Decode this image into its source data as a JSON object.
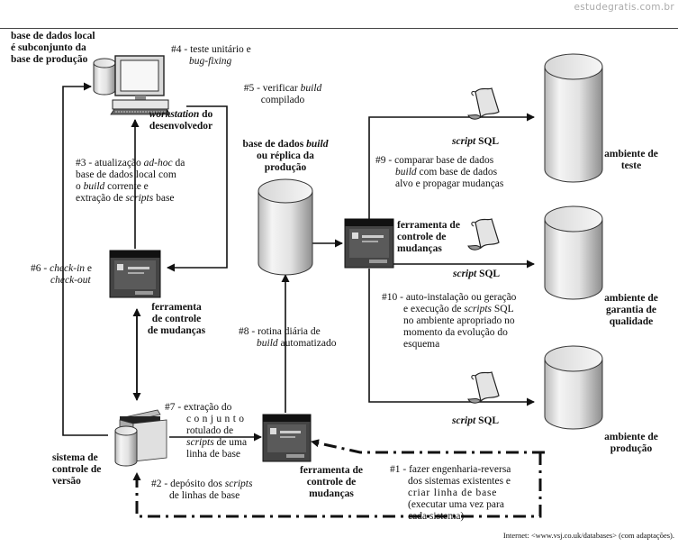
{
  "watermark": "estudegratis.com.br",
  "credit": "Internet: <www.vsj.co.uk/databases> (com adaptações).",
  "nodes": {
    "local_db": [
      "base de dados local",
      "é subconjunto da",
      "base de produção"
    ],
    "workstation": [
      "workstation",
      "do",
      "desenvolvedor"
    ],
    "build_db": [
      "base de dados",
      "build",
      "ou réplica da",
      "produção"
    ],
    "tool_left": [
      "ferramenta",
      "de controle",
      "de mudanças"
    ],
    "tool_center": [
      "ferramenta de",
      "controle de",
      "mudanças"
    ],
    "tool_bottom": [
      "ferramenta de",
      "controle de",
      "mudanças"
    ],
    "vcs": [
      "sistema de",
      "controle de",
      "versão"
    ],
    "env_test": [
      "ambiente de",
      "teste"
    ],
    "env_qa": [
      "ambiente de",
      "garantia de",
      "qualidade"
    ],
    "env_prod": [
      "ambiente de",
      "produção"
    ]
  },
  "scripts": {
    "script_word": "script",
    "sql_word": "SQL"
  },
  "steps": {
    "s1": [
      "#1 - fazer engenharia-reversa",
      "dos sistemas existentes e",
      "criar linha de base",
      "(executar uma vez para",
      "cada sistema)"
    ],
    "s2": [
      "#2 - depósito dos",
      "scripts",
      "de linhas de base"
    ],
    "s3": [
      "#3 - atualização",
      "ad-hoc",
      "da",
      "base de dados local com",
      "o",
      "build",
      "corrente e",
      "extração de",
      "scripts",
      "base"
    ],
    "s4": [
      "#4 - teste unitário e",
      "bug-fixing"
    ],
    "s5": [
      "#5 - verificar",
      "build",
      "compilado"
    ],
    "s6": [
      "#6 -",
      "check-in",
      "e",
      "check-out"
    ],
    "s7": [
      "#7 - extração do",
      "conjunto",
      "rotulado de",
      "scripts",
      "de uma",
      "linha de base"
    ],
    "s8": [
      "#8 - rotina diária de",
      "build",
      "automatizado"
    ],
    "s9": [
      "#9 - comparar base de dados",
      "build",
      "com base de dados",
      "alvo e propagar mudanças"
    ],
    "s10": [
      "#10 - auto-instalação ou geração",
      "e execução de",
      "scripts",
      "SQL",
      "no ambiente apropriado no",
      "momento da evolução do",
      "esquema"
    ]
  }
}
